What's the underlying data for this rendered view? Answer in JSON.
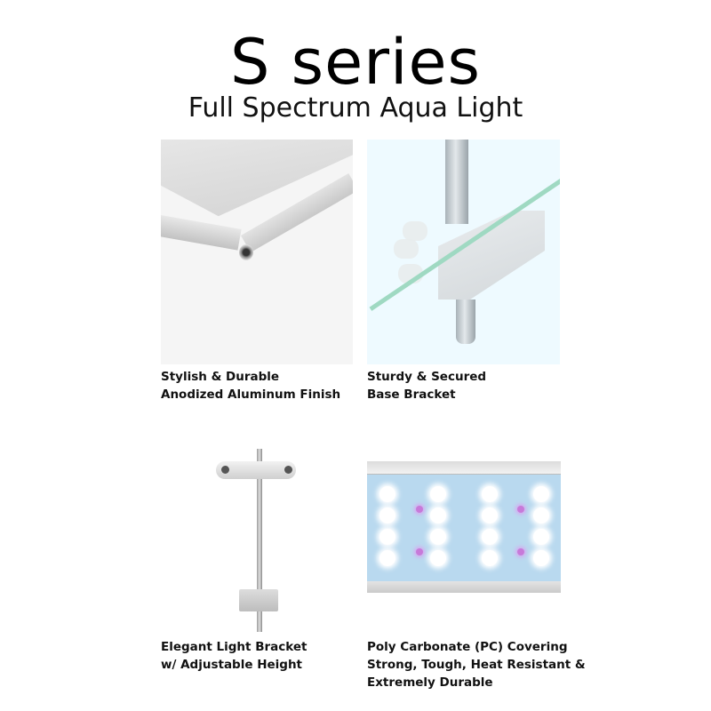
{
  "header": {
    "title": "S series",
    "subtitle": "Full Spectrum Aqua Light"
  },
  "features": [
    {
      "image": "anodized-aluminum-edge",
      "caption_line1": "Stylish & Durable",
      "caption_line2": "Anodized Aluminum Finish"
    },
    {
      "image": "base-bracket-on-glass",
      "caption_line1": "Sturdy & Secured",
      "caption_line2": "Base Bracket"
    },
    {
      "image": "adjustable-light-bracket",
      "caption_line1": "Elegant Light Bracket",
      "caption_line2": "w/ Adjustable Height"
    },
    {
      "image": "led-panel-pc-cover",
      "caption_line1": "Poly Carbonate (PC) Covering",
      "caption_line2": "Strong, Tough, Heat Resistant &",
      "caption_line3": "Extremely Durable"
    }
  ],
  "colors": {
    "led_white": "#ffffff",
    "led_uv": "#c77ad9",
    "panel_blue": "#b9d9ef",
    "glass_green": "#9fd9c2"
  }
}
